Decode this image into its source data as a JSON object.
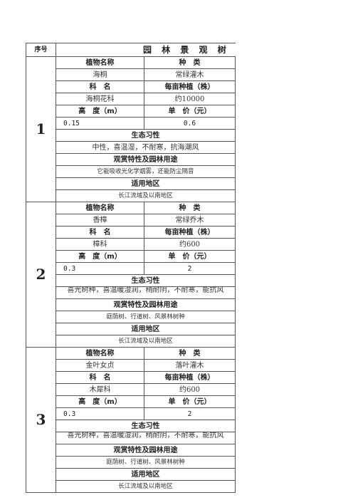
{
  "header": {
    "seq_label": "序号",
    "title": "园 林 景 观 树 种"
  },
  "entries": [
    {
      "seq": "1",
      "name_label": "植物名称",
      "type_label": "种　类",
      "name": "海桐",
      "type": "常绿灌木",
      "family_label": "科　名",
      "density_label": "每亩种植（株）",
      "family": "海桐花科",
      "density": "约10000",
      "height_label": "高　度（m）",
      "price_label": "单　价（元）",
      "height": "0.15",
      "price": "0.6",
      "habit_label": "生态习性",
      "habit": "中性，喜温湿，不耐寒，抗海潮风",
      "use_label": "观赏特性及园林用途",
      "use": "它能吸收光化学烟雾，还能防尘隔音",
      "region_label": "适用地区",
      "region": "长江流域及以南地区"
    },
    {
      "seq": "2",
      "name_label": "植物名称",
      "type_label": "种　类",
      "name": "香樟",
      "type": "常绿乔木",
      "family_label": "科　名",
      "density_label": "每亩种植（株）",
      "family": "樟科",
      "density": "约600",
      "height_label": "高　度（m）",
      "price_label": "单　价（元）",
      "height": "0.3",
      "price": "2",
      "habit_label": "生态习性",
      "habit": "喜光树种，喜温暖湿润，稍耐阴，不耐寒，能抗风",
      "use_label": "观赏特性及园林用途",
      "use": "庭荫树、行道树、风景林树种",
      "region_label": "适用地区",
      "region": "长江流域及以南地区"
    },
    {
      "seq": "3",
      "name_label": "植物名称",
      "type_label": "种　类",
      "name": "金叶女贞",
      "type": "落叶灌木",
      "family_label": "科　名",
      "density_label": "每亩种植（株）",
      "family": "木犀科",
      "density": "约600",
      "height_label": "高　度（m）",
      "price_label": "单　价（元）",
      "height": "0.3",
      "price": "2",
      "habit_label": "生态习性",
      "habit": "喜光树种，喜温暖湿润，稍耐阴，不耐寒，能抗风",
      "use_label": "观赏特性及园林用途",
      "use": "庭荫树、行道树、风景林树种",
      "region_label": "适用地区",
      "region": "长江流域及以南地区"
    }
  ]
}
